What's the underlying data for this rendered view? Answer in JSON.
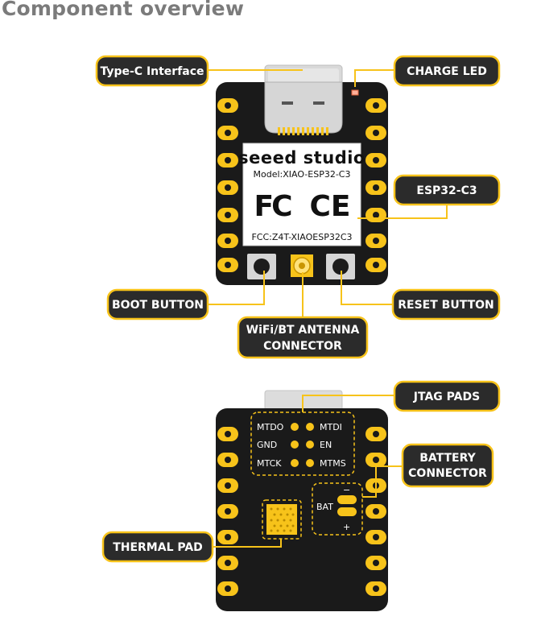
{
  "title": "Component overview",
  "front": {
    "brand": "seeed studio",
    "model": "Model:XIAO-ESP32-C3",
    "fcc_mark": "FC",
    "ce_mark": "CE",
    "fcc_id": "FCC:Z4T-XIAOESP32C3"
  },
  "back": {
    "jtag_pins": [
      "MTDO",
      "MTDI",
      "GND",
      "EN",
      "MTCK",
      "MTMS"
    ],
    "bat_label": "BAT",
    "bat_minus": "−",
    "bat_plus": "+"
  },
  "callouts": {
    "type_c": "Type-C Interface",
    "charge_led": "CHARGE LED",
    "esp32": "ESP32-C3",
    "boot": "BOOT BUTTON",
    "reset": "RESET BUTTON",
    "antenna_1": "WiFi/BT ANTENNA",
    "antenna_2": "CONNECTOR",
    "jtag": "JTAG PADS",
    "battery_1": "BATTERY",
    "battery_2": "CONNECTOR",
    "thermal": "THERMAL PAD"
  },
  "colors": {
    "board": "#1a1a1a",
    "pads": "#f7c31a",
    "callout_fill": "#2b2b2b",
    "title": "#7b7b7b"
  }
}
